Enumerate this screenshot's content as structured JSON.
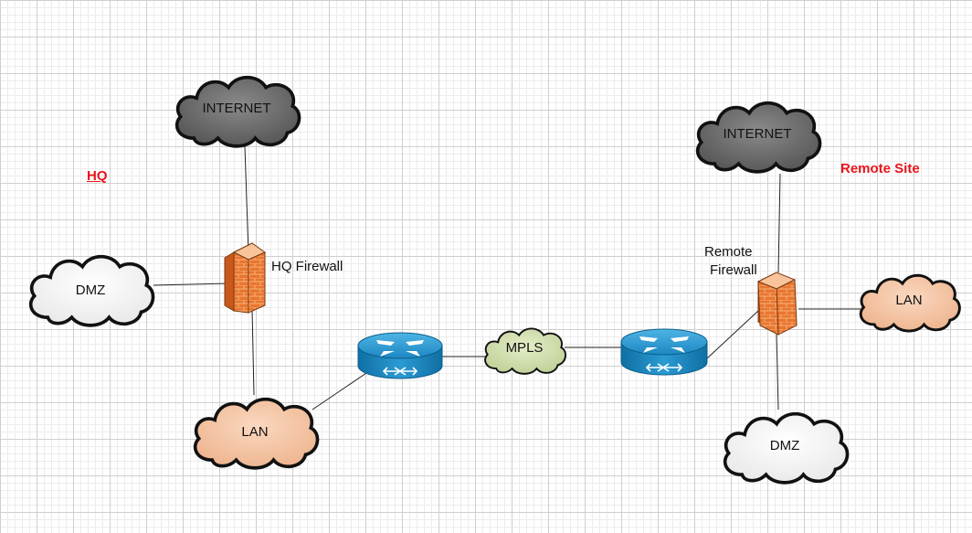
{
  "site_labels": {
    "hq": "HQ",
    "remote": "Remote Site",
    "color": "#e8141c"
  },
  "hq": {
    "internet_label": "INTERNET",
    "firewall_label": "HQ Firewall",
    "dmz_label": "DMZ",
    "lan_label": "LAN"
  },
  "mpls_label": "MPLS",
  "remote": {
    "internet_label": "INTERNET",
    "firewall_label_line1": "Remote",
    "firewall_label_line2": "Firewall",
    "lan_label": "LAN",
    "dmz_label": "DMZ"
  },
  "icons": {
    "cloud": "cloud-icon",
    "firewall": "firewall-icon",
    "router": "router-icon"
  },
  "colors": {
    "internet_cloud": "#6e6e6e",
    "dmz_cloud": "#ffffff",
    "lan_cloud": "#f5c6a5",
    "mpls_cloud": "#d7e3b8",
    "firewall": "#e8742c",
    "router": "#1b8bc4",
    "link": "#222222"
  }
}
